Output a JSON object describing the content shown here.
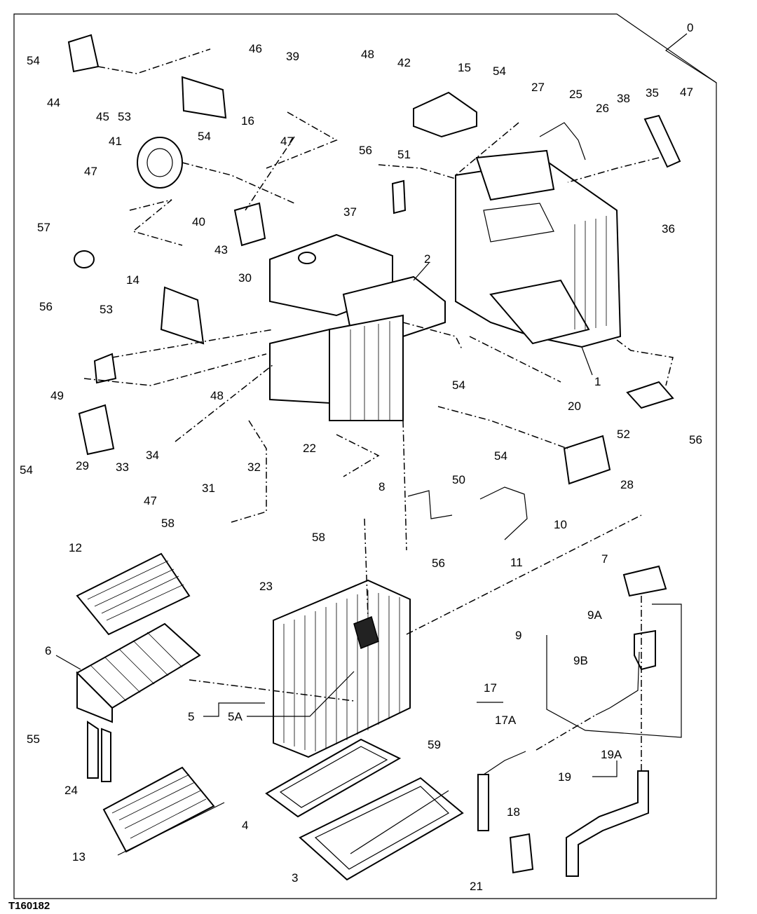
{
  "figure_ref": "T160182",
  "callouts": {
    "c0": "0",
    "c1": "1",
    "c2": "2",
    "c3": "3",
    "c4": "4",
    "c5": "5",
    "c5a": "5A",
    "c6": "6",
    "c7": "7",
    "c8": "8",
    "c9": "9",
    "c9a": "9A",
    "c9b": "9B",
    "c10": "10",
    "c11": "11",
    "c12": "12",
    "c13": "13",
    "c14": "14",
    "c15": "15",
    "c16": "16",
    "c17": "17",
    "c17a": "17A",
    "c18": "18",
    "c19": "19",
    "c19a": "19A",
    "c20": "20",
    "c21": "21",
    "c22": "22",
    "c23": "23",
    "c24": "24",
    "c25": "25",
    "c26": "26",
    "c27": "27",
    "c28": "28",
    "c29": "29",
    "c30": "30",
    "c31": "31",
    "c32": "32",
    "c33": "33",
    "c34": "34",
    "c35": "35",
    "c36": "36",
    "c37": "37",
    "c38": "38",
    "c39": "39",
    "c40": "40",
    "c41": "41",
    "c42": "42",
    "c43": "43",
    "c44": "44",
    "c45": "45",
    "c46": "46",
    "c47": "47",
    "c48": "48",
    "c49": "49",
    "c50": "50",
    "c51": "51",
    "c52": "52",
    "c53": "53",
    "c54": "54",
    "c55": "55",
    "c56": "56",
    "c57": "57",
    "c58": "58",
    "c59": "59"
  }
}
